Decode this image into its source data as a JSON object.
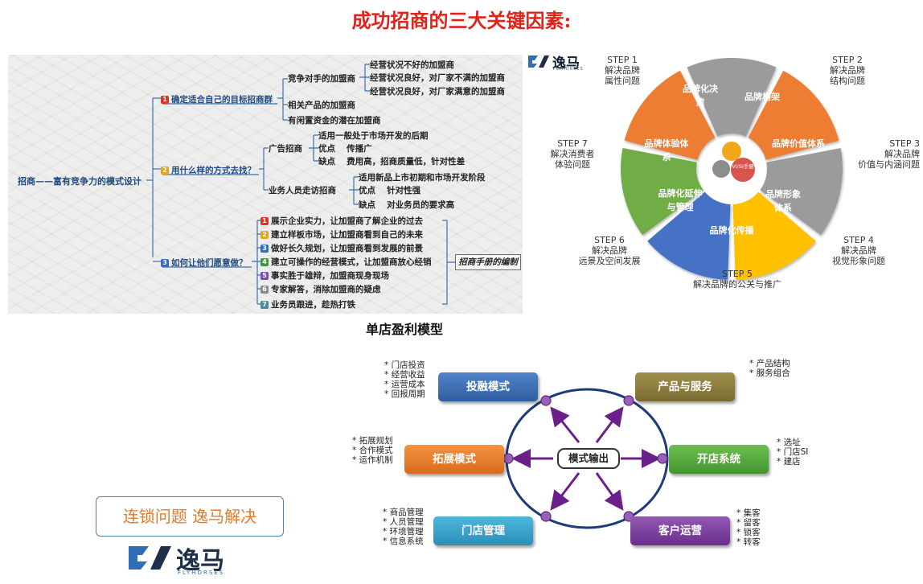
{
  "title": "成功招商的三大关键因素:",
  "mindmap": {
    "root": "招商——富有竞争力的模式设计",
    "branches": [
      {
        "num": "1",
        "label": "确定适合自己的目标招商群"
      },
      {
        "num": "2",
        "label": "用什么样的方式去找？"
      },
      {
        "num": "3",
        "label": "如何让他们愿意做？"
      }
    ],
    "b1": {
      "competitor": "竞争对手的加盟商",
      "competitor_items": [
        "经营状况不好的加盟商",
        "经营状况良好，对厂家不满的加盟商",
        "经营状况良好，对厂家满意的加盟商"
      ],
      "related": "相关产品的加盟商",
      "idle": "有闲置资金的潜在加盟商"
    },
    "b2": {
      "ad": "广告招商",
      "ad_items": [
        "适用一般处于市场开发的后期",
        "优点　 传播广",
        "缺点　 费用高，招商质量低，针对性差"
      ],
      "sales": "业务人员走访招商",
      "sales_items": [
        "适用新品上市初期和市场开发阶段",
        "优点　 针对性强",
        "缺点　 对业务员的要求高"
      ]
    },
    "b3": {
      "items": [
        {
          "num": "1",
          "text": "展示企业实力，让加盟商了解企业的过去",
          "color": "#d9352a"
        },
        {
          "num": "2",
          "text": "建立样板市场，让加盟商看到自己的未来",
          "color": "#e8a21c"
        },
        {
          "num": "3",
          "text": "做好长久规划，让加盟商看到发展的前景",
          "color": "#2e6fbf"
        },
        {
          "num": "4",
          "text": "建立可操作的经营模式，让加盟商放心经销",
          "color": "#3a9a3a"
        },
        {
          "num": "5",
          "text": "事实胜于雄辩，加盟商现身现场",
          "color": "#7a4fb0"
        },
        {
          "num": "6",
          "text": "专家解答，消除加盟商的疑虑",
          "color": "#8a8a8a"
        },
        {
          "num": "7",
          "text": "业务员跟进，趁热打铁",
          "color": "#4d8a9a"
        }
      ],
      "handbook": "招商手册的编制"
    }
  },
  "wheel": {
    "logo": "逸马",
    "logo_sub": "FLYHORSES",
    "segments": [
      {
        "label": "品牌化决策",
        "color": "#9b9b9b"
      },
      {
        "label": "品牌构架",
        "color": "#ed7d31"
      },
      {
        "label": "品牌价值体系",
        "color": "#9b9b9b"
      },
      {
        "label": "品牌形象体系",
        "color": "#ffc000"
      },
      {
        "label": "品牌化传播",
        "color": "#4472c4"
      },
      {
        "label": "品牌化延伸与管理",
        "color": "#70ad47"
      },
      {
        "label": "品牌体验体系",
        "color": "#ed7d31"
      }
    ],
    "hub_label": "VI/SI手册",
    "steps": [
      {
        "step": "STEP 1",
        "line1": "解决品牌",
        "line2": "属性问题"
      },
      {
        "step": "STEP 2",
        "line1": "解决品牌",
        "line2": "结构问题"
      },
      {
        "step": "STEP 3",
        "line1": "解决品牌",
        "line2": "价值与内涵问题"
      },
      {
        "step": "STEP 4",
        "line1": "解决品牌",
        "line2": "视觉形象问题"
      },
      {
        "step": "STEP 5",
        "line1": "解决品牌的公关与推广",
        "line2": ""
      },
      {
        "step": "STEP 6",
        "line1": "解决品牌",
        "line2": "远景及空间发展"
      },
      {
        "step": "STEP 7",
        "line1": "解决消费者",
        "line2": "体验问题"
      }
    ]
  },
  "model": {
    "title": "单店盈利模型",
    "center": "模式输出",
    "boxes": {
      "invest": "投融模式",
      "product": "产品与服务",
      "expand": "拓展模式",
      "open": "开店系统",
      "store": "门店管理",
      "customer": "客户运营"
    },
    "lists": {
      "invest": [
        "* 门店投资",
        "* 经营收益",
        "* 运营成本",
        "* 回报周期"
      ],
      "product": [
        "* 产品结构",
        "* 服务组合"
      ],
      "expand": [
        "* 拓展规划",
        "* 合作模式",
        "* 运作机制"
      ],
      "open": [
        "* 选址",
        "* 门店SI",
        "* 建店"
      ],
      "store": [
        "* 商品管理",
        "* 人员管理",
        "* 环境管理",
        "* 信息系统"
      ],
      "customer": [
        "* 集客",
        "* 留客",
        "* 锁客",
        "* 转客"
      ]
    }
  },
  "slogan": "连锁问题 逸马解决",
  "bottom_logo": "逸马",
  "bottom_logo_sub": "FLYHORSES",
  "colors": {
    "title_red": "#e2231a",
    "map_blue": "#1f4a84",
    "box_blue": "#3f6fb3",
    "box_olive": "#8a7a3f",
    "box_orange": "#e87d2d",
    "box_green": "#55a63e",
    "box_cyan": "#3aa0c8",
    "box_purple": "#7a3f9a"
  }
}
